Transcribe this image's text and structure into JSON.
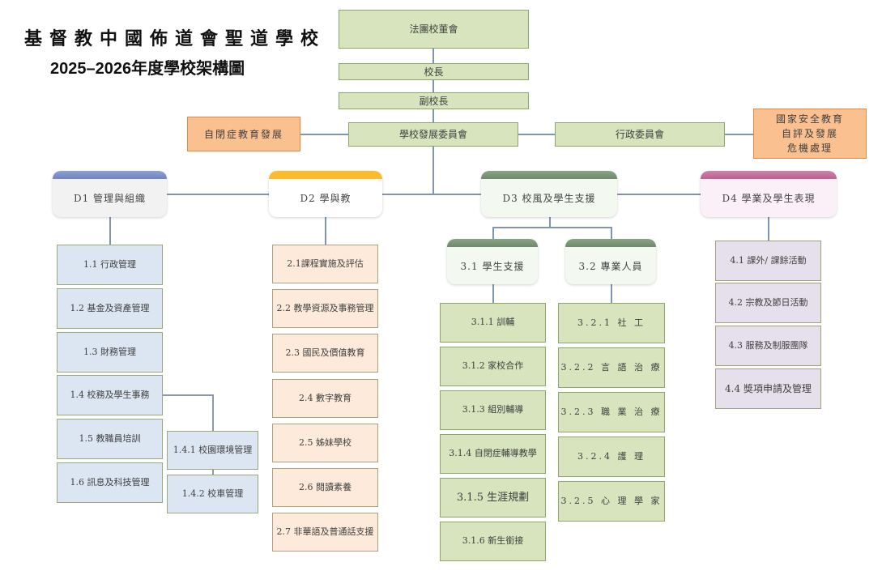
{
  "title": {
    "school_name": "基督教中國佈道會聖道學校",
    "chart_title": "2025–2026年度學校架構圖"
  },
  "governance": {
    "board": "法團校董會",
    "principal": "校長",
    "vice_principal": "副校長",
    "development_committee": "學校發展委員會",
    "admin_committee": "行政委員會",
    "autism_development": "自閉症教育發展",
    "side_right_lines": [
      "國家安全教育",
      "自評及發展",
      "危機處理"
    ]
  },
  "colors": {
    "green_box": "#d7e4bd",
    "orange_box": "#fac090",
    "d1_accent": "#6f85c0",
    "d2_accent": "#fbbb2a",
    "d3_accent": "#6d8a6a",
    "d4_accent": "#b8628f",
    "connector": "#8096b0"
  },
  "domains": [
    {
      "label": "D1  管理與組織",
      "items": [
        "1.1 行政管理",
        "1.2  基金及資產管理",
        "1.3 財務管理",
        "1.4 校務及學生事務",
        "1.5 教職員培訓",
        "1.6 訊息及科技管理"
      ],
      "sub_items": [
        "1.4.1 校園環境管理",
        "1.4.2 校車管理"
      ]
    },
    {
      "label": "D2  學與教",
      "items": [
        "2.1課程實施及評估",
        "2.2 教學資源及事務管理",
        "2.3 國民及價值教育",
        "2.4 數字教育",
        "2.5 姊妹學校",
        "2.6 閱讀素養",
        "2.7 非華語及普通話支援"
      ]
    },
    {
      "label": "D3  校風及學生支援",
      "groups": [
        {
          "label": "3.1 學生支援",
          "items": [
            "3.1.1 訓輔",
            "3.1.2 家校合作",
            "3.1.3 組別輔導",
            "3.1.4 自閉症輔導教學",
            "3.1.5 生涯規劃",
            "3.1.6  新生銜接"
          ]
        },
        {
          "label": "3.2 專業人員",
          "items": [
            "3.2.1 社 工",
            "3.2.2 言 語 治 療",
            "3.2.3 職 業 治 療",
            "3.2.4 護 理",
            "3.2.5 心 理 學 家"
          ]
        }
      ]
    },
    {
      "label": "D4  學業及學生表現",
      "items": [
        "4.1 課外/ 課餘活動",
        "4.2 宗教及節日活動",
        "4.3 服務及制服團隊",
        "4.4 獎項申請及管理"
      ]
    }
  ]
}
